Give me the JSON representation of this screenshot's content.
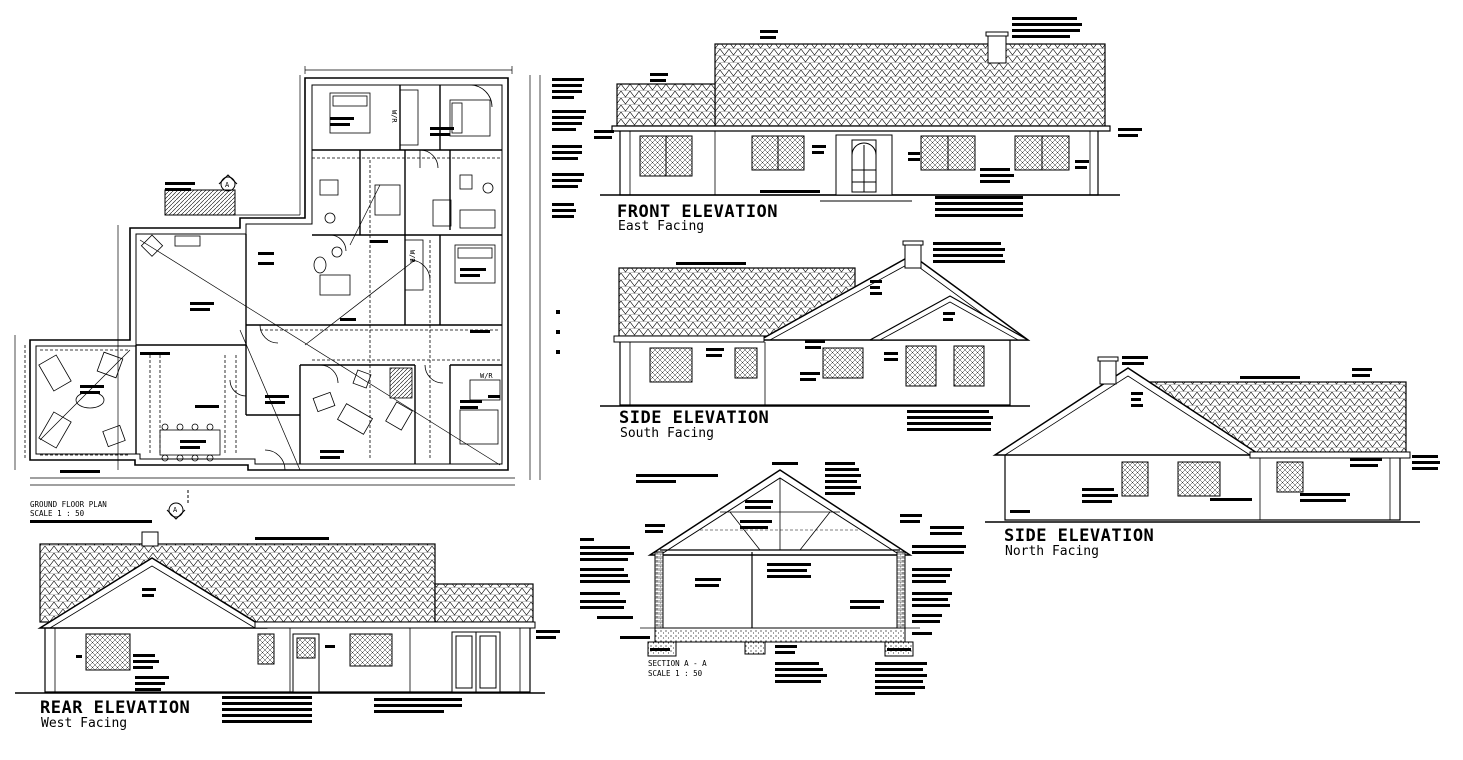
{
  "drawing": {
    "ground_floor_plan": {
      "title": "GROUND FLOOR PLAN",
      "scale": "SCALE 1 : 50",
      "section_marker": "A",
      "wardrobe_label": "W/R"
    },
    "front_elevation": {
      "title": "FRONT ELEVATION",
      "subtitle": "East Facing"
    },
    "side_elevation_south": {
      "title": "SIDE ELEVATION",
      "subtitle": "South Facing"
    },
    "side_elevation_north": {
      "title": "SIDE ELEVATION",
      "subtitle": "North Facing"
    },
    "rear_elevation": {
      "title": "REAR ELEVATION",
      "subtitle": "West Facing"
    },
    "section": {
      "title": "SECTION A - A",
      "scale": "SCALE 1 : 50"
    }
  },
  "colors": {
    "line": "#000000",
    "background": "#ffffff"
  }
}
